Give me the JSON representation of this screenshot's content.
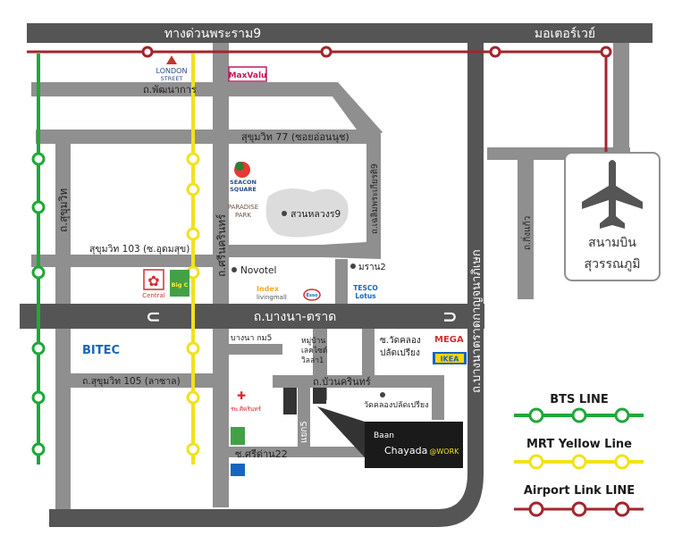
{
  "roads": {
    "expressway": "ทางด่วนพระราม9",
    "motorway": "มอเตอร์เวย์",
    "phatthanakan": "ถ.พัฒนาการ",
    "sukhumvit77": "สุขุมวิท 77 (ซอยอ่อนนุช)",
    "sukhumvit": "ถ.สุขุมวิท",
    "srinakarin": "ถ.ศรีนครินทร์",
    "chaloem_phrakiat": "ถ.เฉลิมพระเกียรติ9",
    "sukhumvit103": "สุขุมวิท 103 (ซ.อุดมสุข)",
    "bangna_trat": "ถ.บางนา-ตราด",
    "kanchanaphisek": "ถ.บางนาตราดกาญจนาภิเษก",
    "kingkaeo": "ถ.กิ่งแก้ว",
    "bangna_km5": "บางนา กม5",
    "sukhumvit105": "ถ.สุขุมวิท 105 (ลาซาล)",
    "bunsrinakarin": "ถ.บัวนครินทร์",
    "soi_wat_khlong": "ซ.วัดคลอง",
    "soi_wat_khlong2": "ปลัดเปรียง",
    "yaek5": "แยก5",
    "soi_sridan22": "ซ.ศรีด่าน22"
  },
  "places": {
    "suan_luang": "สวนหลวงร9",
    "novotel": "Novotel",
    "mega_bangna_2": "มราน2",
    "village": "หมู่บ้าน",
    "lakeside": "เลคไซด์",
    "villa": "วิลล่า1",
    "wat_khlong": "วัดคลองปลัดเปรียง",
    "airport_1": "สนามบิน",
    "airport_2": "สุวรรณภูมิ",
    "hospital": "รพ.ศิครินทร์"
  },
  "logos": {
    "london_1": "LONDON",
    "london_2": "STREET",
    "maxvalu": "MaxValu",
    "seacon_1": "SEACON",
    "seacon_2": "SQUARE",
    "paradise_1": "PARADISE",
    "paradise_2": "PARK",
    "central": "Central",
    "bigc": "Big C",
    "index_1": "Index",
    "index_2": "livingmall",
    "esso": "Esso",
    "tesco_1": "TESCO",
    "tesco_2": "Lotus",
    "bitec": "BITEC",
    "mega": "MEGA",
    "ikea": "IKEA"
  },
  "callout": {
    "small": "Baan",
    "name": "Chayada",
    "suffix": "@WORK"
  },
  "legend": {
    "bts": "BTS LINE",
    "mrt": "MRT Yellow Line",
    "arl": "Airport Link LINE"
  },
  "colors": {
    "road": "#8f8f8f",
    "main_road": "#555555",
    "bts": "#1fa83a",
    "mrt": "#f1e21b",
    "arl": "#a3252b",
    "park": "#dcdcdc"
  }
}
